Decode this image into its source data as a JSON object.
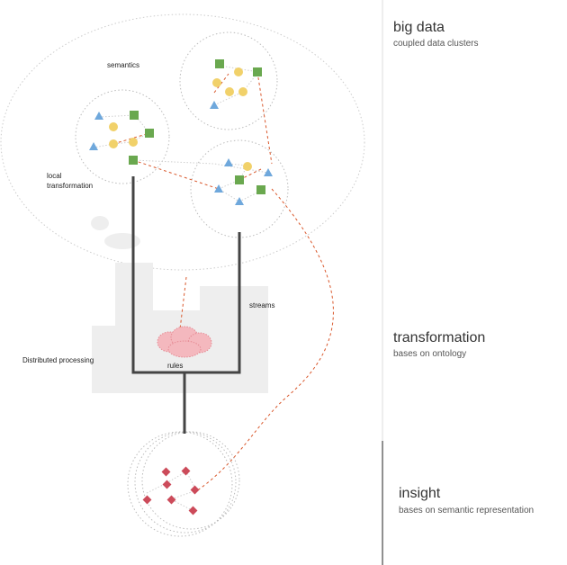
{
  "sidebar": {
    "sections": [
      {
        "title": "big data",
        "subtitle": "coupled data clusters"
      },
      {
        "title": "transformation",
        "subtitle": "bases on ontology"
      },
      {
        "title": "insight",
        "subtitle": "bases on semantic representation"
      }
    ]
  },
  "diagram": {
    "labels": {
      "semantics": "semantics",
      "local_transformation": "local\ntransformation",
      "streams": "streams",
      "distributed_processing": "Distributed processing",
      "rules": "rules"
    },
    "colors": {
      "triangle": "#6fa8dc",
      "square": "#6aa84f",
      "circle_node": "#f1d16a",
      "diamond": "#cc4b5a",
      "link": "#d9572b",
      "pipe": "#444444",
      "block": "#eeeeee",
      "cloud": "#f4b8be"
    }
  }
}
